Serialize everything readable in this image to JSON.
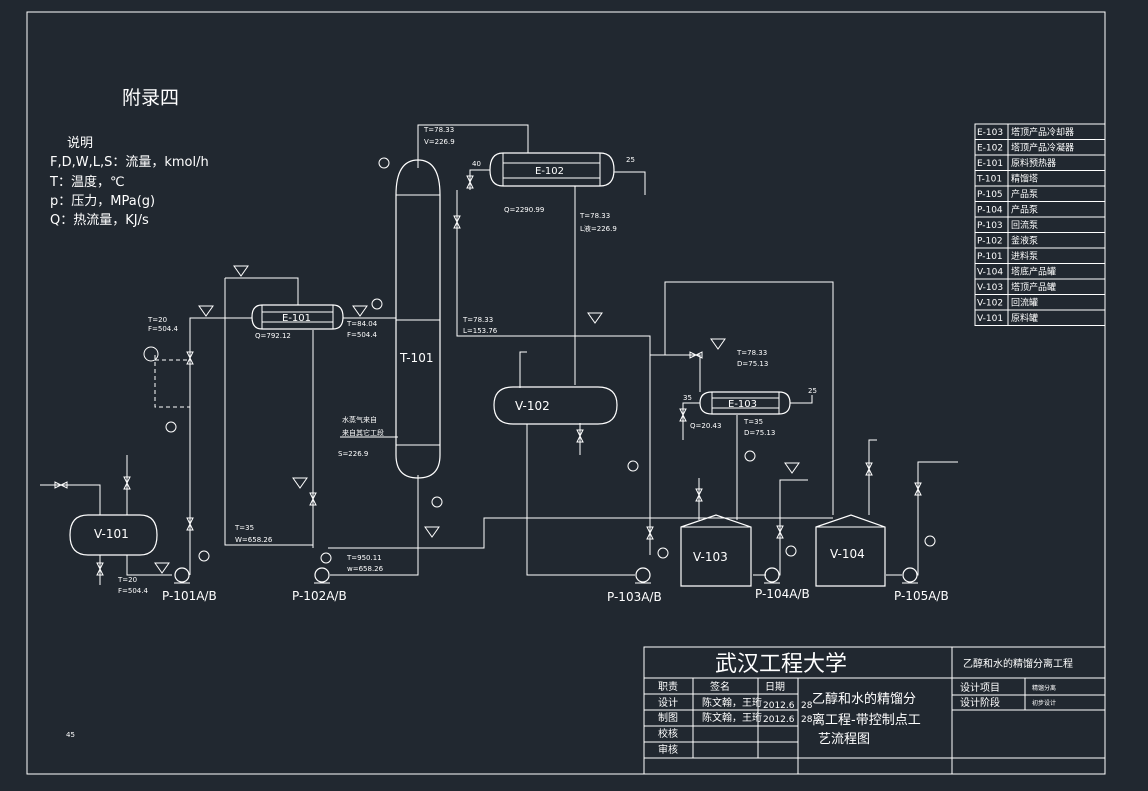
{
  "title": "附录四",
  "notes": {
    "heading": "说明",
    "lines": [
      "F,D,W,L,S：流量，kmol/h",
      "T：温度，℃",
      "p：压力，MPa(g)",
      "Q：热流量，KJ/s"
    ]
  },
  "equipment": {
    "T101": "T-101",
    "V101": "V-101",
    "V102": "V-102",
    "V103": "V-103",
    "V104": "V-104",
    "E101": "E-101",
    "E102": "E-102",
    "E103": "E-103"
  },
  "pumps": {
    "P101": "P-101A/B",
    "P102": "P-102A/B",
    "P103": "P-103A/B",
    "P104": "P-104A/B",
    "P105": "P-105A/B"
  },
  "stream_labels": {
    "top_T": "T=78.33",
    "top_V": "V=226.9",
    "e102_in": "40",
    "e102_out": "25",
    "e102_Q": "Q=2290.99",
    "reflux_T": "T=78.33",
    "reflux_L": "L液=226.9",
    "tl_T": "T=78.33",
    "tl_L": "L=153.76",
    "e101_Q": "Q=792.12",
    "feed_T": "T=20",
    "feed_F": "F=504.4",
    "feed2_T": "T=84.04",
    "feed2_F": "F=504.4",
    "steam1": "水蒸气来自",
    "steam2": "来自其它工段",
    "steam_S": "S=226.9",
    "w_T": "T=35",
    "w_W": "W=658.26",
    "bot_T": "T=950.11",
    "bot_W": "w=658.26",
    "p101_T": "T=20",
    "p101_F": "F=504.4",
    "e103_Tin": "T=78.33",
    "e103_Din": "D=75.13",
    "e103_35": "35",
    "e103_Q": "Q=20.43",
    "e103_Tout": "T=35",
    "e103_Dout": "D=75.13",
    "e103_25": "25",
    "margin_mark": "45"
  },
  "legend": [
    {
      "code": "E-103",
      "desc": "塔顶产品冷却器"
    },
    {
      "code": "E-102",
      "desc": "塔顶产品冷凝器"
    },
    {
      "code": "E-101",
      "desc": "原料预热器"
    },
    {
      "code": "T-101",
      "desc": "精馏塔"
    },
    {
      "code": "P-105",
      "desc": "产品泵"
    },
    {
      "code": "P-104",
      "desc": "产品泵"
    },
    {
      "code": "P-103",
      "desc": "回流泵"
    },
    {
      "code": "P-102",
      "desc": "釜液泵"
    },
    {
      "code": "P-101",
      "desc": "进料泵"
    },
    {
      "code": "V-104",
      "desc": "塔底产品罐"
    },
    {
      "code": "V-103",
      "desc": "塔顶产品罐"
    },
    {
      "code": "V-102",
      "desc": "回流罐"
    },
    {
      "code": "V-101",
      "desc": "原料罐"
    }
  ],
  "title_block": {
    "school": "武汉工程大学",
    "project": "乙醇和水的精馏分离工程",
    "drawing_title": [
      "乙醇和水的精馏分",
      "离工程-带控制点工",
      "艺流程图"
    ],
    "headers": [
      "职责",
      "签名",
      "日期"
    ],
    "rows": [
      {
        "role": "设计",
        "name": "陈文翰，王珩",
        "date": "2012.6",
        "day": "28"
      },
      {
        "role": "制图",
        "name": "陈文翰，王珩",
        "date": "2012.6",
        "day": "28"
      },
      {
        "role": "校核",
        "name": "",
        "date": "",
        "day": ""
      },
      {
        "role": "审核",
        "name": "",
        "date": "",
        "day": ""
      }
    ],
    "design_item_label": "设计项目",
    "design_item_value": "精馏分离",
    "design_stage_label": "设计阶段",
    "design_stage_value": "初步设计"
  },
  "colors": {
    "background": "#212830",
    "line": "#ffffff"
  }
}
